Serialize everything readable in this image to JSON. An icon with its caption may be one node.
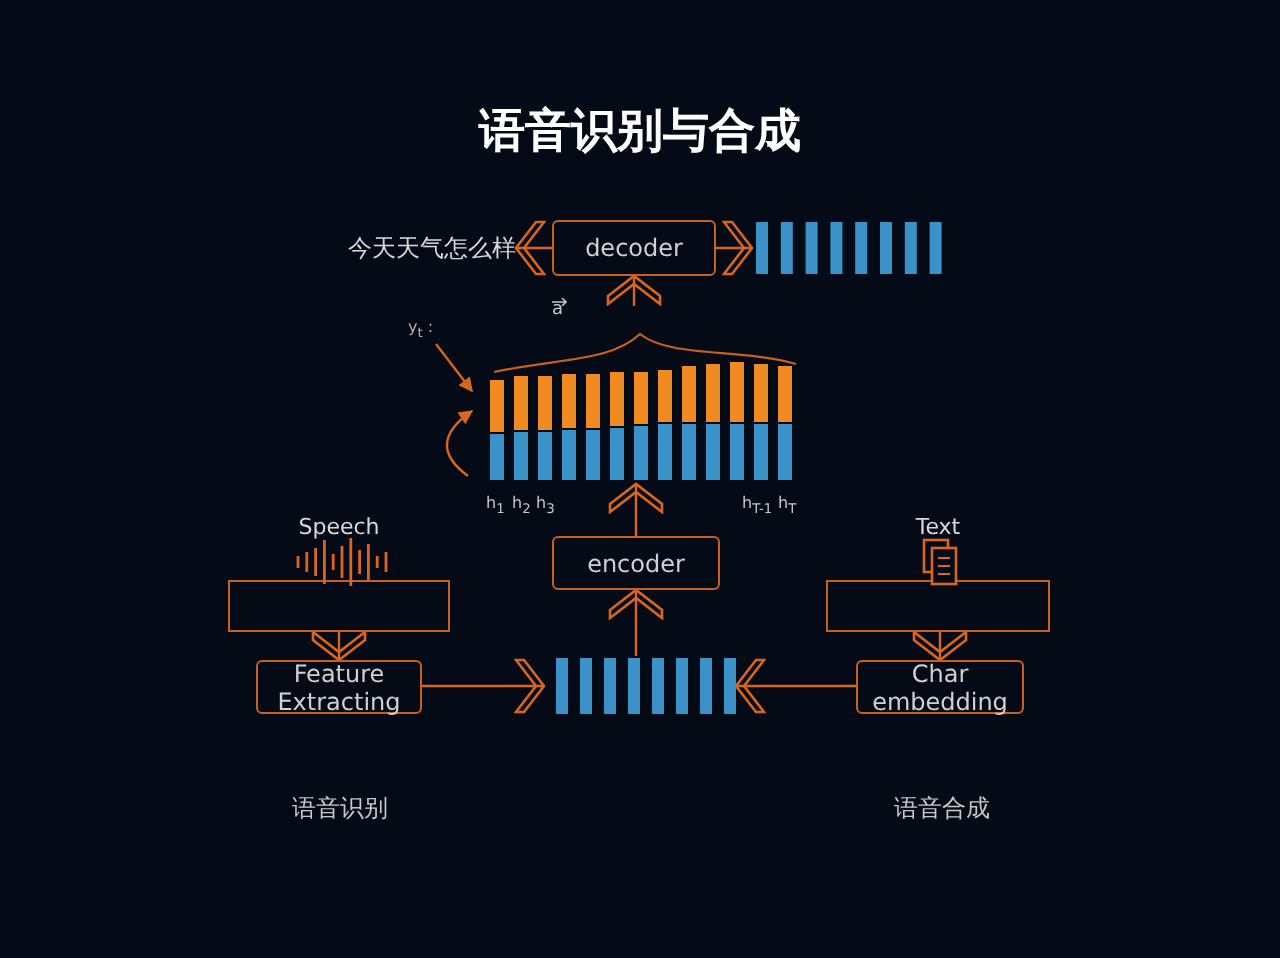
{
  "diagram": {
    "title": "语音识别与合成",
    "nodes": [
      {
        "text": [
          "今天天气怎么样"
        ]
      },
      {
        "text": [
          "decoder"
        ]
      },
      {
        "text": [],
        "shape": "bar"
      },
      {
        "text": [],
        "shape": "bar"
      },
      {
        "text": [
          "encoder"
        ]
      },
      {
        "text": [
          "Speech"
        ]
      },
      {
        "text": [
          "Feature Extracting"
        ]
      },
      {
        "text": [
          "Text"
        ]
      },
      {
        "text": [
          "Char embedding"
        ]
      },
      {
        "text": [],
        "shape": "bar"
      },
      {
        "text": [
          "y$_{t}$ :"
        ]
      }
    ],
    "edges": [
      {
        "from": 1,
        "to": 0,
        "arrow": "to"
      },
      {
        "from": 1,
        "to": 2,
        "arrow": "to"
      },
      {
        "from": 3,
        "to": 1,
        "arrow": "to"
      },
      {
        "from": 4,
        "to": 3,
        "arrow": "to"
      },
      {
        "from": 9,
        "to": 4,
        "arrow": "to"
      },
      {
        "from": 5,
        "to": 6,
        "arrow": "to"
      },
      {
        "from": 6,
        "to": 9,
        "arrow": "to"
      },
      {
        "from": 7,
        "to": 8,
        "arrow": "to"
      },
      {
        "from": 8,
        "to": 9,
        "arrow": "to"
      },
      {
        "from": 10,
        "to": 3,
        "arrow": "to"
      },
      {
        "from": null,
        "to": 3,
        "arrow": "to"
      }
    ],
    "labels": [
      "a",
      "h$_{1}$",
      "h$_{2}$",
      "h$_{3}$",
      "h$_{T-1}$",
      "h$_{T}$",
      "语音识别",
      "语音合成"
    ]
  }
}
